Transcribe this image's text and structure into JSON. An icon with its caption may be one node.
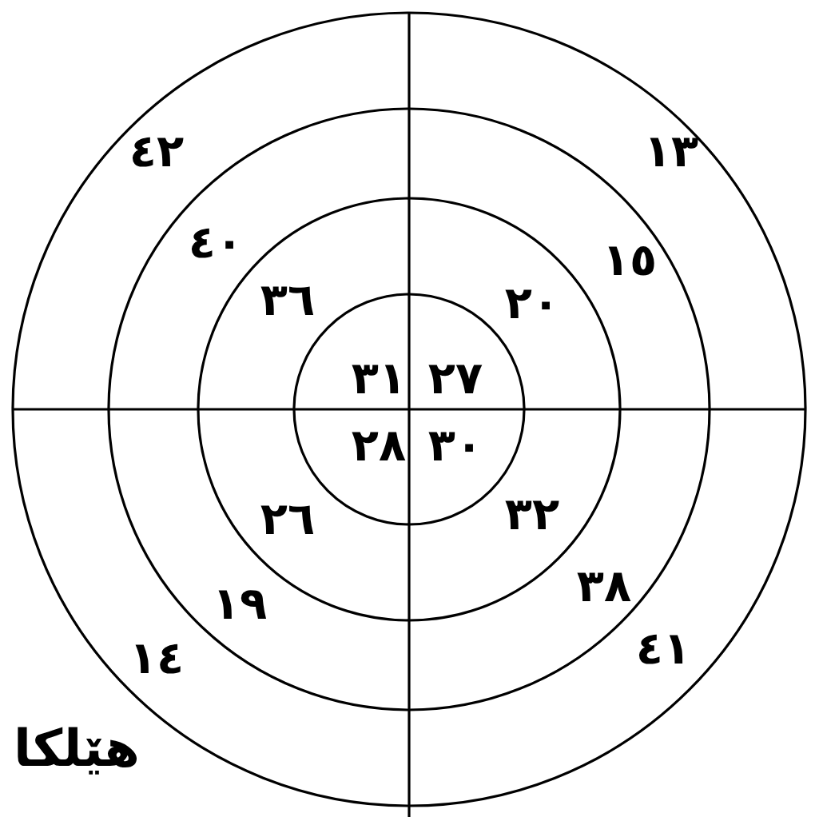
{
  "diagram": {
    "labels": [
      "٤٢",
      "١٣",
      "٤٠",
      "١٥",
      "٣٦",
      "٢٠",
      "٣١",
      "٢٧",
      "٢٨",
      "٣٠",
      "٢٦",
      "٣٢",
      "١٩",
      "٣٨",
      "١٤",
      "٤١",
      "هێلکا"
    ]
  }
}
